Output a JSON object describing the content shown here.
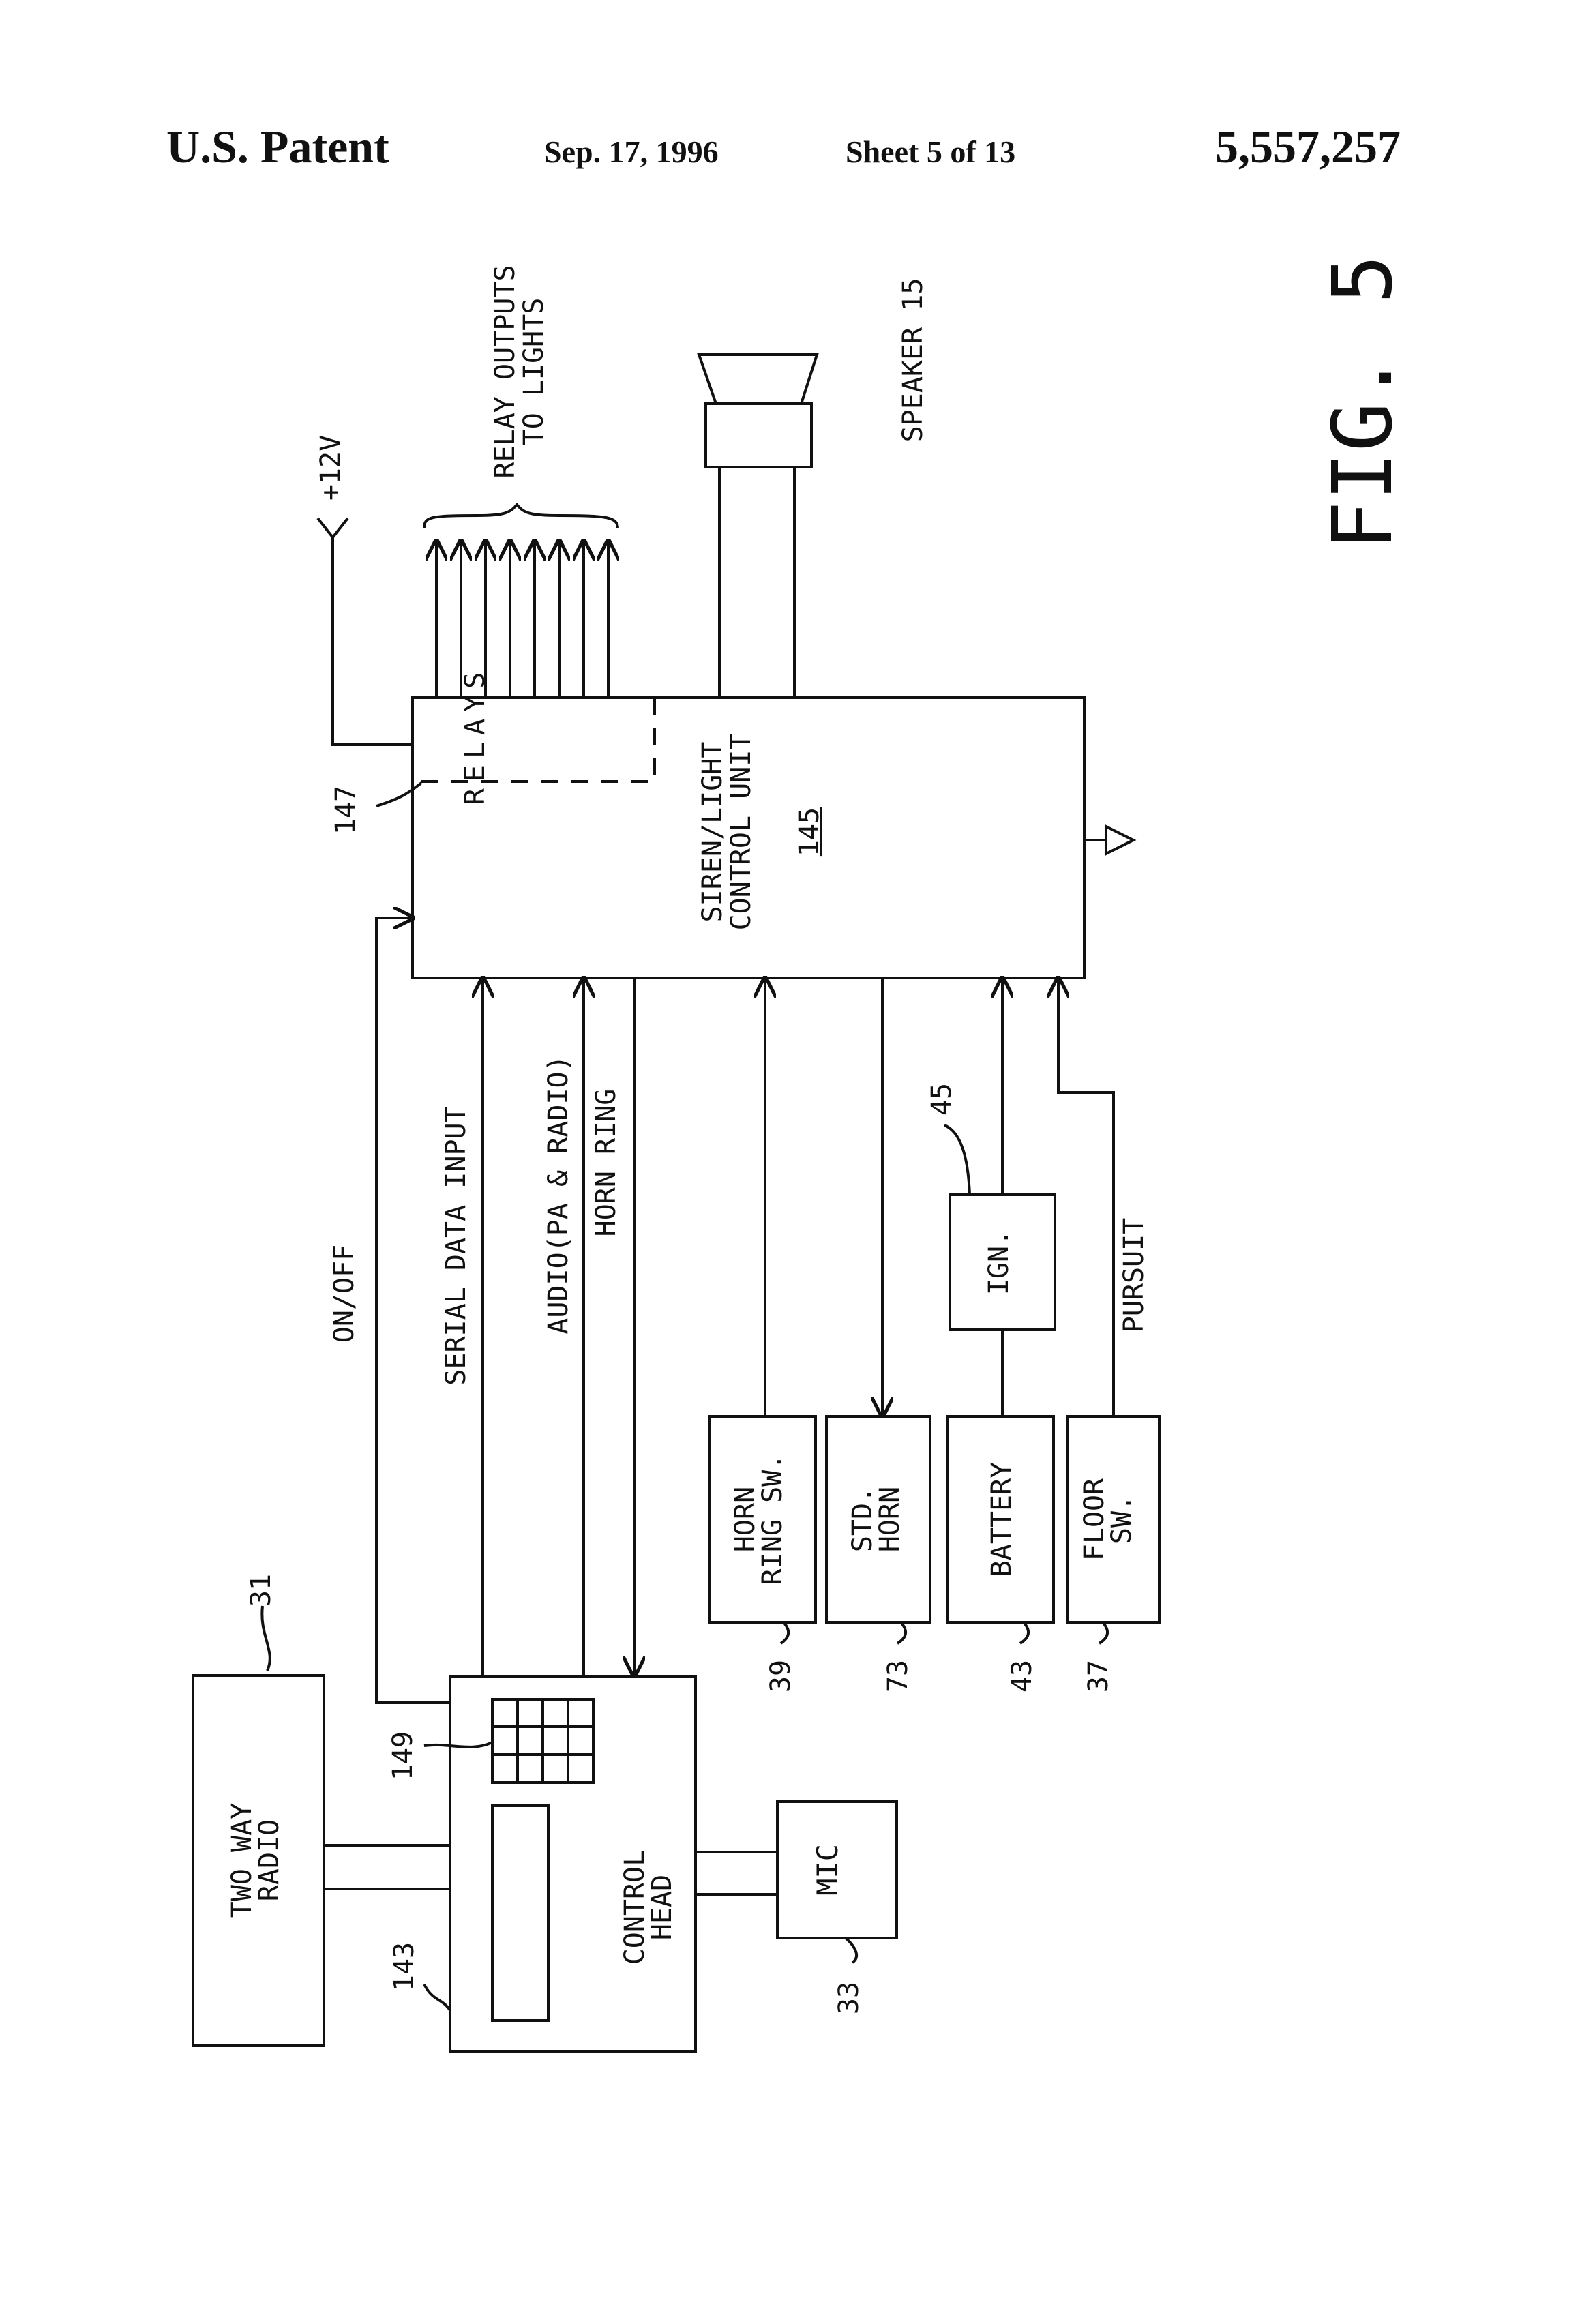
{
  "header": {
    "patent": "U.S. Patent",
    "date": "Sep. 17, 1996",
    "sheet": "Sheet 5 of 13",
    "number": "5,557,257"
  },
  "figure": {
    "label": "FIG. 5"
  },
  "blocks": {
    "control_unit_line1": "SIREN/LIGHT",
    "control_unit_line2": "CONTROL UNIT",
    "control_unit_ref": "145",
    "relays": "RELAYS",
    "relays_ref": "147",
    "two_way_radio_line1": "TWO WAY",
    "two_way_radio_line2": "RADIO",
    "two_way_radio_ref": "31",
    "control_head_line1": "CONTROL",
    "control_head_line2": "HEAD",
    "control_head_ref": "143",
    "keypad_ref": "149",
    "mic": "MIC",
    "mic_ref": "33",
    "horn_ring_sw_line1": "HORN",
    "horn_ring_sw_line2": "RING SW.",
    "horn_ring_sw_ref": "39",
    "std_horn_line1": "STD.",
    "std_horn_line2": "HORN",
    "std_horn_ref": "73",
    "battery": "BATTERY",
    "battery_ref": "43",
    "floor_sw_line1": "FLOOR",
    "floor_sw_line2": "SW.",
    "floor_sw_ref": "37",
    "ign": "IGN.",
    "ign_ref": "45",
    "speaker": "SPEAKER 15",
    "supply": "+12V",
    "relay_outputs_line1": "RELAY OUTPUTS",
    "relay_outputs_line2": "TO LIGHTS"
  },
  "signals": {
    "on_off": "ON/OFF",
    "serial_data": "SERIAL DATA INPUT",
    "audio": "AUDIO(PA & RADIO)",
    "horn_ring": "HORN RING",
    "pursuit": "PURSUIT"
  }
}
